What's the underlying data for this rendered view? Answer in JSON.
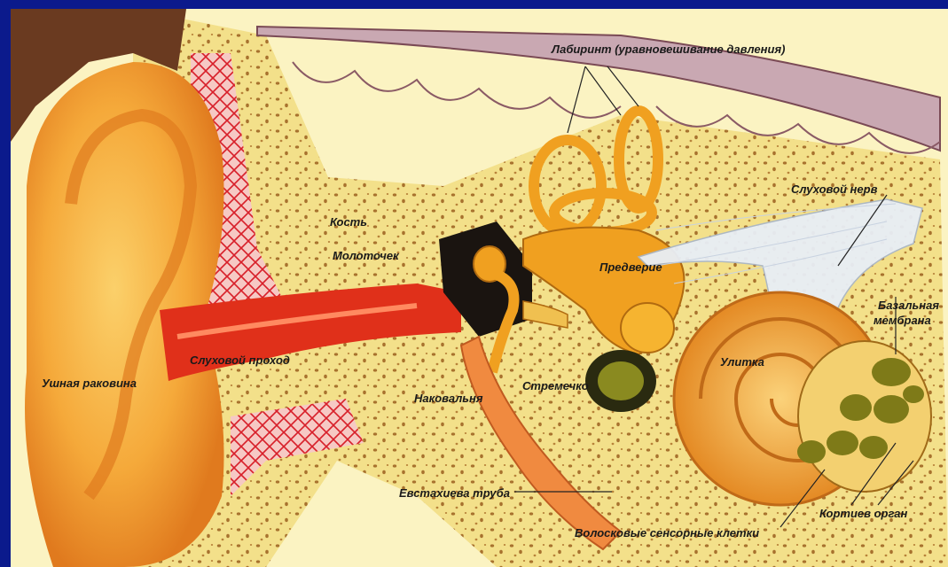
{
  "labels": {
    "labyrinth": "Лабиринт (уравновешивание давления)",
    "bone": "Кость",
    "malleus": "Молоточек",
    "vestibule": "Предверие",
    "auditory_nerve": "Слуховой нерв",
    "basilar_line1": "Базальная",
    "basilar_line2": "мембрана",
    "cochlea": "Улитка",
    "auricle": "Ушная раковина",
    "ear_canal": "Слуховой проход",
    "incus": "Наковальня",
    "stapes": "Стремечко",
    "eustachian": "Евстахиева труба",
    "organ_corti": "Кортиев орган",
    "hair_cells": "Волосковые сенсорные клетки"
  },
  "colors": {
    "frame": "#0b1a8c",
    "bone": "#f3e08a",
    "bone_pore": "#a8722e",
    "skin": "#f29a2e",
    "skin_light": "#fbd06a",
    "canal_red": "#e0301a",
    "orange_organ": "#f0a020",
    "brain": "#c9a8b2",
    "nerve": "#e8eef6"
  }
}
